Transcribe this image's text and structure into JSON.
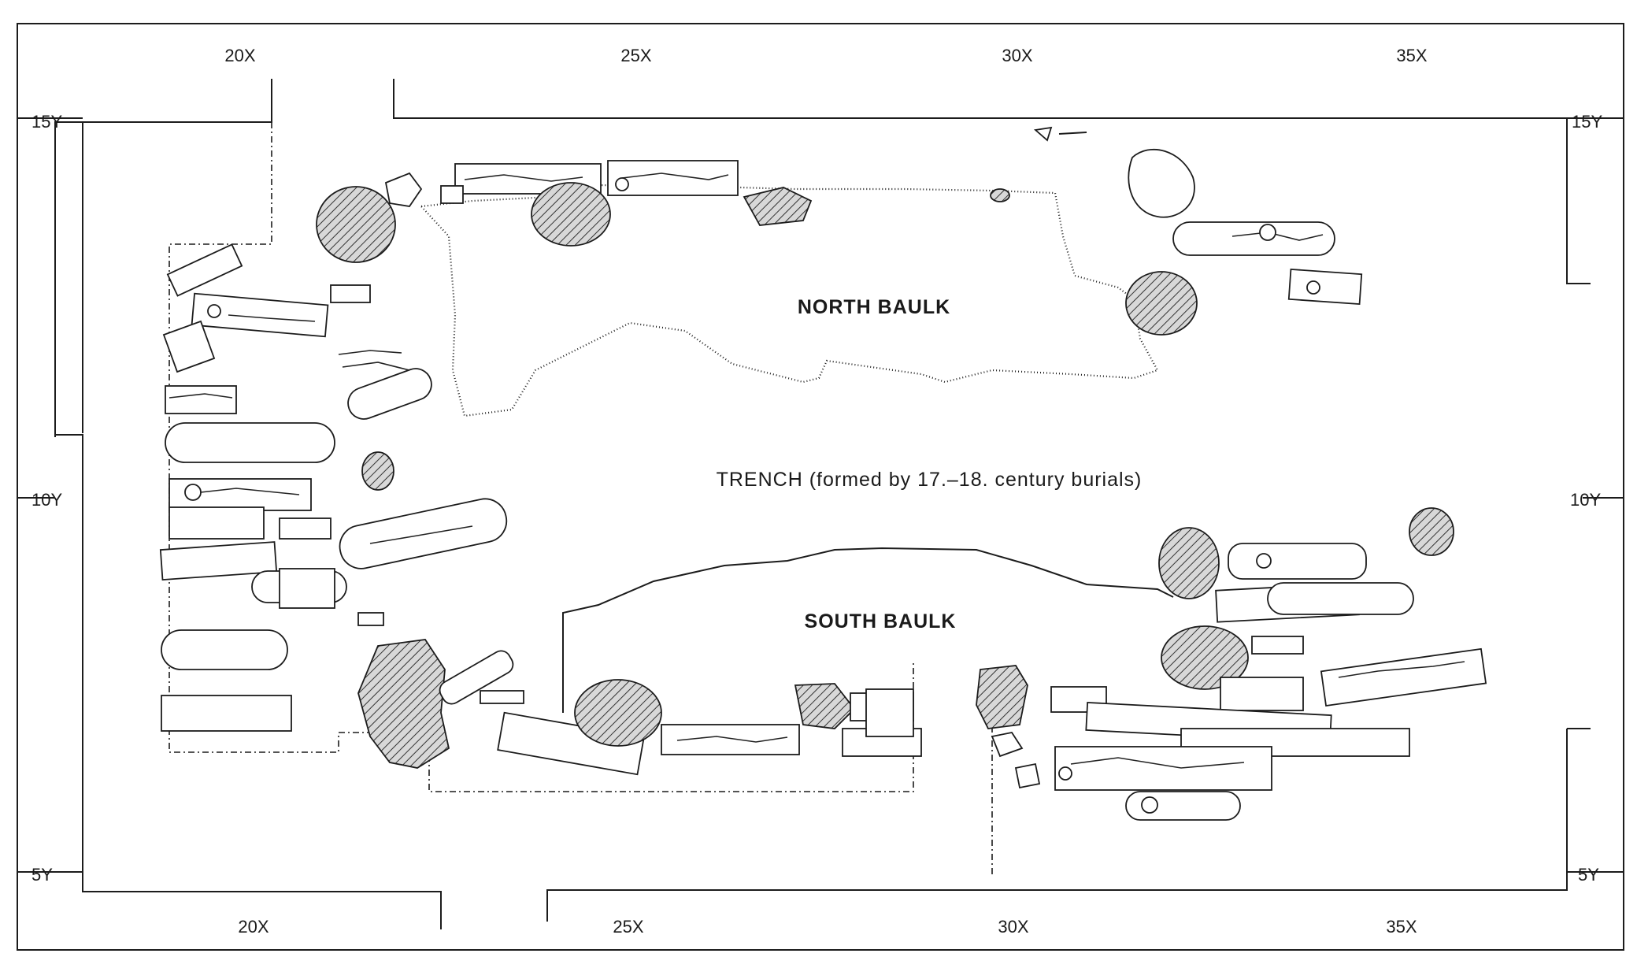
{
  "labels": {
    "north_baulk": "NORTH BAULK",
    "south_baulk": "SOUTH BAULK",
    "trench": "TRENCH (formed by 17.–18. century burials)"
  },
  "grid": {
    "top_x": [
      "20X",
      "25X",
      "30X",
      "35X"
    ],
    "bottom_x": [
      "20X",
      "25X",
      "30X",
      "35X"
    ],
    "left_y": [
      "15Y",
      "10Y",
      "5Y"
    ],
    "right_y": [
      "15Y",
      "10Y",
      "5Y"
    ]
  }
}
